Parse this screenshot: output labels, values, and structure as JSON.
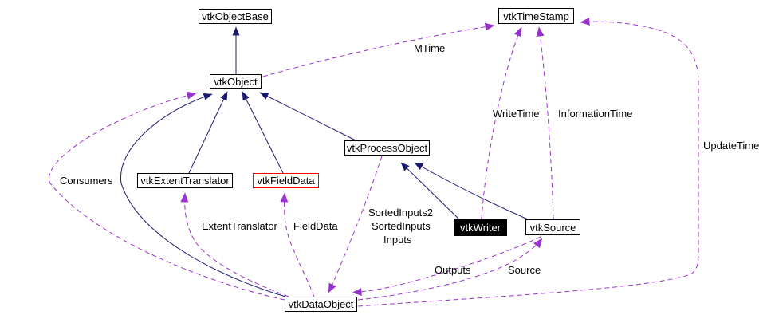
{
  "diagram": {
    "type": "class-collaboration-graph",
    "colors": {
      "inheritance": "#191970",
      "usage": "#9a32cd",
      "node_border": "#000000",
      "highlight_border": "#ff0000",
      "selected_bg": "#000000",
      "selected_text": "#ffffff",
      "background": "#ffffff",
      "text": "#000000"
    },
    "nodes": [
      {
        "id": "vtkObjectBase",
        "label": "vtkObjectBase"
      },
      {
        "id": "vtkTimeStamp",
        "label": "vtkTimeStamp"
      },
      {
        "id": "vtkObject",
        "label": "vtkObject"
      },
      {
        "id": "vtkProcessObject",
        "label": "vtkProcessObject"
      },
      {
        "id": "vtkExtentTranslator",
        "label": "vtkExtentTranslator"
      },
      {
        "id": "vtkFieldData",
        "label": "vtkFieldData",
        "highlight": "red-border"
      },
      {
        "id": "vtkWriter",
        "label": "vtkWriter",
        "highlight": "selected-black"
      },
      {
        "id": "vtkSource",
        "label": "vtkSource"
      },
      {
        "id": "vtkDataObject",
        "label": "vtkDataObject"
      }
    ],
    "edge_labels": [
      {
        "id": "mtime",
        "text": "MTime"
      },
      {
        "id": "writetime",
        "text": "WriteTime"
      },
      {
        "id": "informationtime",
        "text": "InformationTime"
      },
      {
        "id": "updatetime",
        "text": "UpdateTime"
      },
      {
        "id": "consumers",
        "text": "Consumers"
      },
      {
        "id": "extenttranslator",
        "text": "ExtentTranslator"
      },
      {
        "id": "fielddata",
        "text": "FieldData"
      },
      {
        "id": "sortedinputs2",
        "text": "SortedInputs2"
      },
      {
        "id": "sortedinputs",
        "text": "SortedInputs"
      },
      {
        "id": "inputs",
        "text": "Inputs"
      },
      {
        "id": "outputs",
        "text": "Outputs"
      },
      {
        "id": "source",
        "text": "Source"
      }
    ],
    "edges": [
      {
        "from": "vtkObject",
        "to": "vtkObjectBase",
        "type": "inheritance"
      },
      {
        "from": "vtkExtentTranslator",
        "to": "vtkObject",
        "type": "inheritance"
      },
      {
        "from": "vtkFieldData",
        "to": "vtkObject",
        "type": "inheritance"
      },
      {
        "from": "vtkProcessObject",
        "to": "vtkObject",
        "type": "inheritance"
      },
      {
        "from": "vtkDataObject",
        "to": "vtkObject",
        "type": "inheritance"
      },
      {
        "from": "vtkWriter",
        "to": "vtkProcessObject",
        "type": "inheritance"
      },
      {
        "from": "vtkSource",
        "to": "vtkProcessObject",
        "type": "inheritance"
      },
      {
        "from": "vtkObject",
        "to": "vtkTimeStamp",
        "type": "usage",
        "label": "MTime"
      },
      {
        "from": "vtkWriter",
        "to": "vtkTimeStamp",
        "type": "usage",
        "label": "WriteTime"
      },
      {
        "from": "vtkSource",
        "to": "vtkTimeStamp",
        "type": "usage",
        "label": "InformationTime"
      },
      {
        "from": "vtkDataObject",
        "to": "vtkTimeStamp",
        "type": "usage",
        "label": "UpdateTime"
      },
      {
        "from": "vtkDataObject",
        "to": "vtkObject",
        "type": "usage",
        "label": "Consumers"
      },
      {
        "from": "vtkDataObject",
        "to": "vtkExtentTranslator",
        "type": "usage",
        "label": "ExtentTranslator"
      },
      {
        "from": "vtkDataObject",
        "to": "vtkFieldData",
        "type": "usage",
        "label": "FieldData"
      },
      {
        "from": "vtkProcessObject",
        "to": "vtkDataObject",
        "type": "usage",
        "label": "SortedInputs2 SortedInputs Inputs"
      },
      {
        "from": "vtkSource",
        "to": "vtkDataObject",
        "type": "usage",
        "label": "Outputs"
      },
      {
        "from": "vtkDataObject",
        "to": "vtkSource",
        "type": "usage",
        "label": "Source"
      }
    ]
  }
}
